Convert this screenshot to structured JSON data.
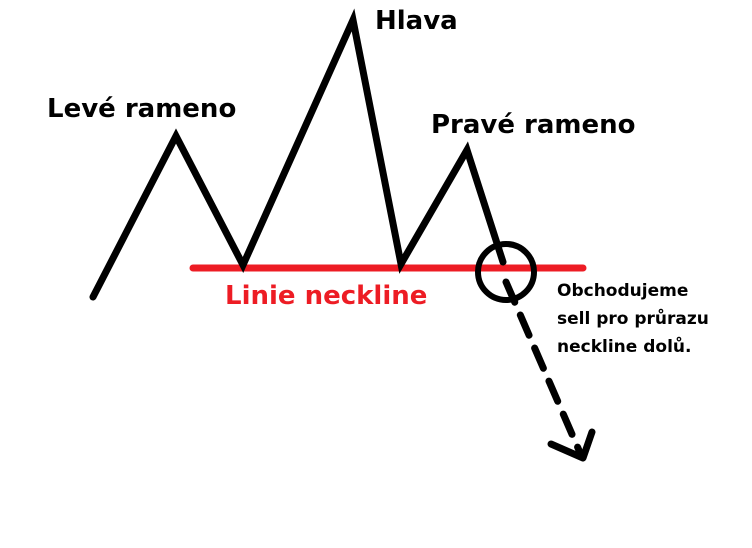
{
  "labels": {
    "left_shoulder": "Levé rameno",
    "head": "Hlava",
    "right_shoulder": "Pravé rameno",
    "neckline": "Linie neckline"
  },
  "note": {
    "lines": [
      "Obchodujeme",
      "sell pro průrazu",
      "neckline dolů."
    ]
  },
  "colors": {
    "price_line": "#000000",
    "neckline": "#ed1c24",
    "text": "#000000"
  }
}
